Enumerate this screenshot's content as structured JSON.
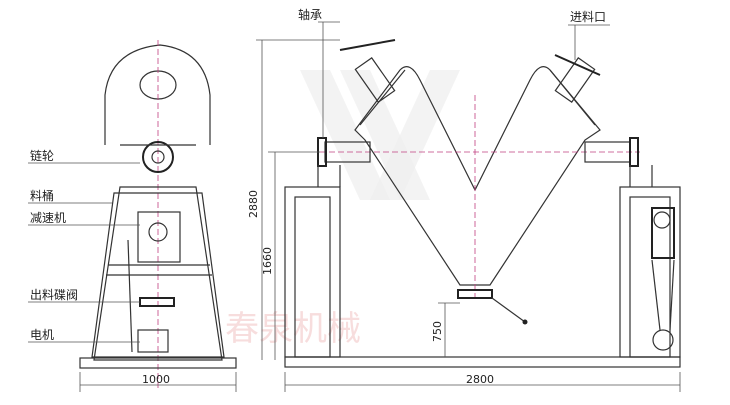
{
  "labels": {
    "sprocket": "链轮",
    "barrel": "料桶",
    "reducer": "减速机",
    "discharge_valve": "出料碟阀",
    "motor": "电机",
    "bearing": "轴承",
    "feed_inlet": "进料口"
  },
  "dimensions": {
    "total_height": "2880",
    "shaft_height": "1660",
    "outlet_height": "750",
    "side_width": "1000",
    "front_width": "2800"
  },
  "watermark": "春泉机械"
}
